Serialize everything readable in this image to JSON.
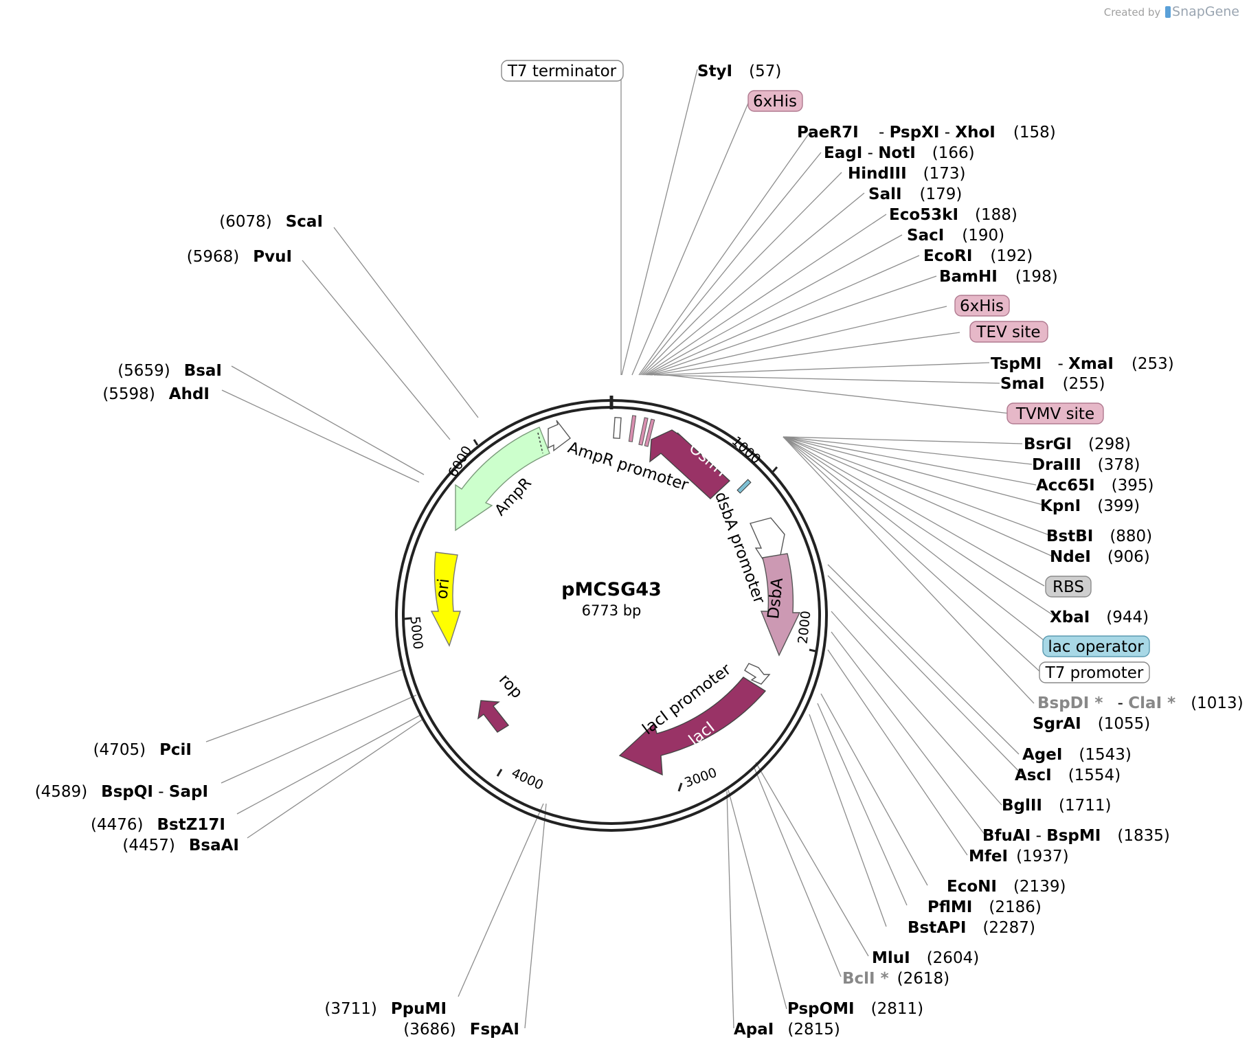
{
  "credit": {
    "prefix": "Created by",
    "brand": "SnapGene"
  },
  "plasmid": {
    "name": "pMCSG43",
    "length_label": "6773 bp"
  },
  "ticks": [
    "1000",
    "2000",
    "3000",
    "4000",
    "5000",
    "6000"
  ],
  "features": [
    {
      "id": "ampr",
      "label": "AmpR",
      "color": "#ccffcc",
      "text_color": "#000000"
    },
    {
      "id": "ampr-promoter",
      "label": "AmpR promoter",
      "color": "#ffffff",
      "text_color": "#000000"
    },
    {
      "id": "osmy",
      "label": "OsmY",
      "color": "#993366",
      "text_color": "#ffffff"
    },
    {
      "id": "dsba-promoter",
      "label": "dsbA promoter",
      "color": "#ffffff",
      "text_color": "#000000"
    },
    {
      "id": "dsba",
      "label": "DsbA",
      "color": "#cc99b3",
      "text_color": "#000000"
    },
    {
      "id": "laci-promoter",
      "label": "lacI promoter",
      "color": "#ffffff",
      "text_color": "#000000"
    },
    {
      "id": "laci",
      "label": "lacI",
      "color": "#993366",
      "text_color": "#ffffff"
    },
    {
      "id": "rop",
      "label": "rop",
      "color": "#993366",
      "text_color": "#000000"
    },
    {
      "id": "ori",
      "label": "ori",
      "color": "#ffff00",
      "text_color": "#000000"
    }
  ],
  "callouts": [
    {
      "id": "t7-terminator",
      "label": "T7 terminator",
      "fill": "#ffffff",
      "stroke": "#888888"
    },
    {
      "id": "6xhis-a",
      "label": "6xHis",
      "fill": "#e6b8c8",
      "stroke": "#b07a90"
    },
    {
      "id": "6xhis-b",
      "label": "6xHis",
      "fill": "#e6b8c8",
      "stroke": "#b07a90"
    },
    {
      "id": "tev-site",
      "label": "TEV site",
      "fill": "#e6b8c8",
      "stroke": "#b07a90"
    },
    {
      "id": "tvmv-site",
      "label": "TVMV site",
      "fill": "#e6b8c8",
      "stroke": "#b07a90"
    },
    {
      "id": "rbs",
      "label": "RBS",
      "fill": "#cfcfcf",
      "stroke": "#8a8a8a"
    },
    {
      "id": "lac-operator",
      "label": "lac operator",
      "fill": "#a8d8e6",
      "stroke": "#5a9ab0"
    },
    {
      "id": "t7-promoter",
      "label": "T7 promoter",
      "fill": "#ffffff",
      "stroke": "#888888"
    }
  ],
  "sites": [
    {
      "id": "styi",
      "names": [
        "StyI"
      ],
      "pos": "(57)"
    },
    {
      "id": "xhoi-group",
      "names": [
        "PaeR7I",
        "PspXI",
        "XhoI"
      ],
      "pos": "(158)"
    },
    {
      "id": "noti-group",
      "names": [
        "EagI",
        "NotI"
      ],
      "pos": "(166)"
    },
    {
      "id": "hindiii",
      "names": [
        "HindIII"
      ],
      "pos": "(173)"
    },
    {
      "id": "sali",
      "names": [
        "SalI"
      ],
      "pos": "(179)"
    },
    {
      "id": "eco53ki",
      "names": [
        "Eco53kI"
      ],
      "pos": "(188)"
    },
    {
      "id": "saci",
      "names": [
        "SacI"
      ],
      "pos": "(190)"
    },
    {
      "id": "ecori",
      "names": [
        "EcoRI"
      ],
      "pos": "(192)"
    },
    {
      "id": "bamhi",
      "names": [
        "BamHI"
      ],
      "pos": "(198)"
    },
    {
      "id": "xmai-group",
      "names": [
        "TspMI",
        "XmaI"
      ],
      "pos": "(253)"
    },
    {
      "id": "smai",
      "names": [
        "SmaI"
      ],
      "pos": "(255)"
    },
    {
      "id": "bsrgi",
      "names": [
        "BsrGI"
      ],
      "pos": "(298)"
    },
    {
      "id": "draiii",
      "names": [
        "DraIII"
      ],
      "pos": "(378)"
    },
    {
      "id": "acc65i",
      "names": [
        "Acc65I"
      ],
      "pos": "(395)"
    },
    {
      "id": "kpni",
      "names": [
        "KpnI"
      ],
      "pos": "(399)"
    },
    {
      "id": "bstbi",
      "names": [
        "BstBI"
      ],
      "pos": "(880)"
    },
    {
      "id": "ndei",
      "names": [
        "NdeI"
      ],
      "pos": "(906)"
    },
    {
      "id": "xbai",
      "names": [
        "XbaI"
      ],
      "pos": "(944)"
    },
    {
      "id": "clai-group",
      "names": [
        "BspDI *",
        "ClaI *"
      ],
      "pos": "(1013)"
    },
    {
      "id": "sgrai",
      "names": [
        "SgrAI"
      ],
      "pos": "(1055)"
    },
    {
      "id": "agei",
      "names": [
        "AgeI"
      ],
      "pos": "(1543)"
    },
    {
      "id": "asci",
      "names": [
        "AscI"
      ],
      "pos": "(1554)"
    },
    {
      "id": "bglii",
      "names": [
        "BglII"
      ],
      "pos": "(1711)"
    },
    {
      "id": "bspmi-group",
      "names": [
        "BfuAI",
        "BspMI"
      ],
      "pos": "(1835)"
    },
    {
      "id": "mfei",
      "names": [
        "MfeI"
      ],
      "pos": "(1937)"
    },
    {
      "id": "econi",
      "names": [
        "EcoNI"
      ],
      "pos": "(2139)"
    },
    {
      "id": "pflmi",
      "names": [
        "PflMI"
      ],
      "pos": "(2186)"
    },
    {
      "id": "bstapi",
      "names": [
        "BstAPI"
      ],
      "pos": "(2287)"
    },
    {
      "id": "mlui",
      "names": [
        "MluI"
      ],
      "pos": "(2604)"
    },
    {
      "id": "bcli",
      "names": [
        "BclI *"
      ],
      "pos": "(2618)"
    },
    {
      "id": "pspomi",
      "names": [
        "PspOMI"
      ],
      "pos": "(2811)"
    },
    {
      "id": "apai",
      "names": [
        "ApaI"
      ],
      "pos": "(2815)"
    },
    {
      "id": "fspai",
      "names": [
        "FspAI"
      ],
      "pos": "(3686)"
    },
    {
      "id": "ppumi",
      "names": [
        "PpuMI"
      ],
      "pos": "(3711)"
    },
    {
      "id": "bsaai",
      "names": [
        "BsaAI"
      ],
      "pos": "(4457)"
    },
    {
      "id": "bstz17i",
      "names": [
        "BstZ17I"
      ],
      "pos": "(4476)"
    },
    {
      "id": "sapi-group",
      "names": [
        "BspQI",
        "SapI"
      ],
      "pos": "(4589)"
    },
    {
      "id": "pcii",
      "names": [
        "PciI"
      ],
      "pos": "(4705)"
    },
    {
      "id": "ahdi",
      "names": [
        "AhdI"
      ],
      "pos": "(5598)"
    },
    {
      "id": "bsai",
      "names": [
        "BsaI"
      ],
      "pos": "(5659)"
    },
    {
      "id": "pvui",
      "names": [
        "PvuI"
      ],
      "pos": "(5968)"
    },
    {
      "id": "scai",
      "names": [
        "ScaI"
      ],
      "pos": "(6078)"
    }
  ]
}
